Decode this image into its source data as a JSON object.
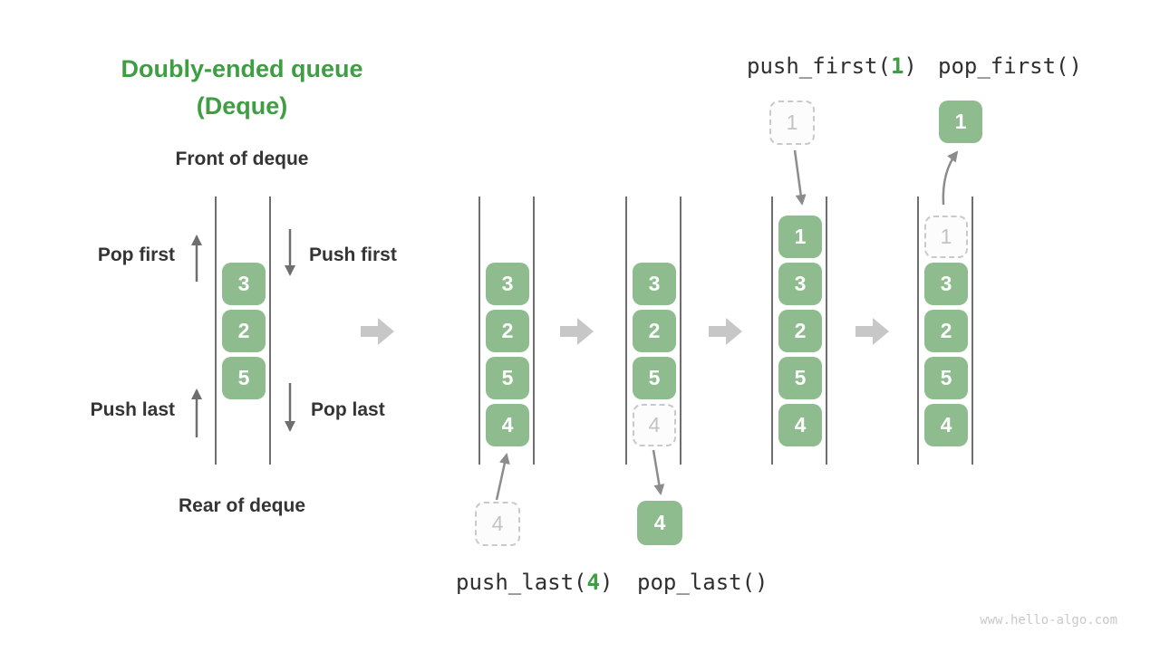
{
  "title": {
    "line1": "Doubly-ended queue",
    "line2": "(Deque)"
  },
  "labels": {
    "front_of_deque": "Front of deque",
    "rear_of_deque": "Rear of deque",
    "pop_first": "Pop first",
    "push_first": "Push first",
    "push_last": "Push last",
    "pop_last": "Pop last"
  },
  "operations": {
    "push_last": {
      "prefix": "push_last(",
      "arg": "4",
      "suffix": ")"
    },
    "pop_last": {
      "text": "pop_last()"
    },
    "push_first": {
      "prefix": "push_first(",
      "arg": "1",
      "suffix": ")"
    },
    "pop_first": {
      "text": "pop_first()"
    }
  },
  "queues": [
    {
      "name": "initial-deque",
      "cells": [
        "3",
        "2",
        "5"
      ]
    },
    {
      "name": "after-push-last",
      "cells": [
        "3",
        "2",
        "5",
        "4"
      ]
    },
    {
      "name": "after-pop-last",
      "cells": [
        "3",
        "2",
        "5"
      ],
      "ghost": "4"
    },
    {
      "name": "after-push-first",
      "cells": [
        "1",
        "3",
        "2",
        "5",
        "4"
      ]
    },
    {
      "name": "after-pop-first",
      "cells": [
        "3",
        "2",
        "5",
        "4"
      ],
      "ghost": "1"
    }
  ],
  "floating": {
    "push_last_incoming": "4",
    "pop_last_outgoing": "4",
    "push_first_incoming": "1",
    "pop_first_outgoing": "1"
  },
  "watermark": "www.hello-algo.com",
  "colors": {
    "accent_green": "#3f9e44",
    "cell_green": "#8fbc8f",
    "text_dark": "#343434",
    "code_text": "#2f2f2f",
    "stage_arrow_gray": "#c7c7c7",
    "ghost_border": "#c9c9c9",
    "ghost_text": "#c3c3c3",
    "line_gray": "#6e6e6e",
    "flow_arrow_gray": "#8c8c8c",
    "watermark_gray": "#c9c9c9"
  }
}
